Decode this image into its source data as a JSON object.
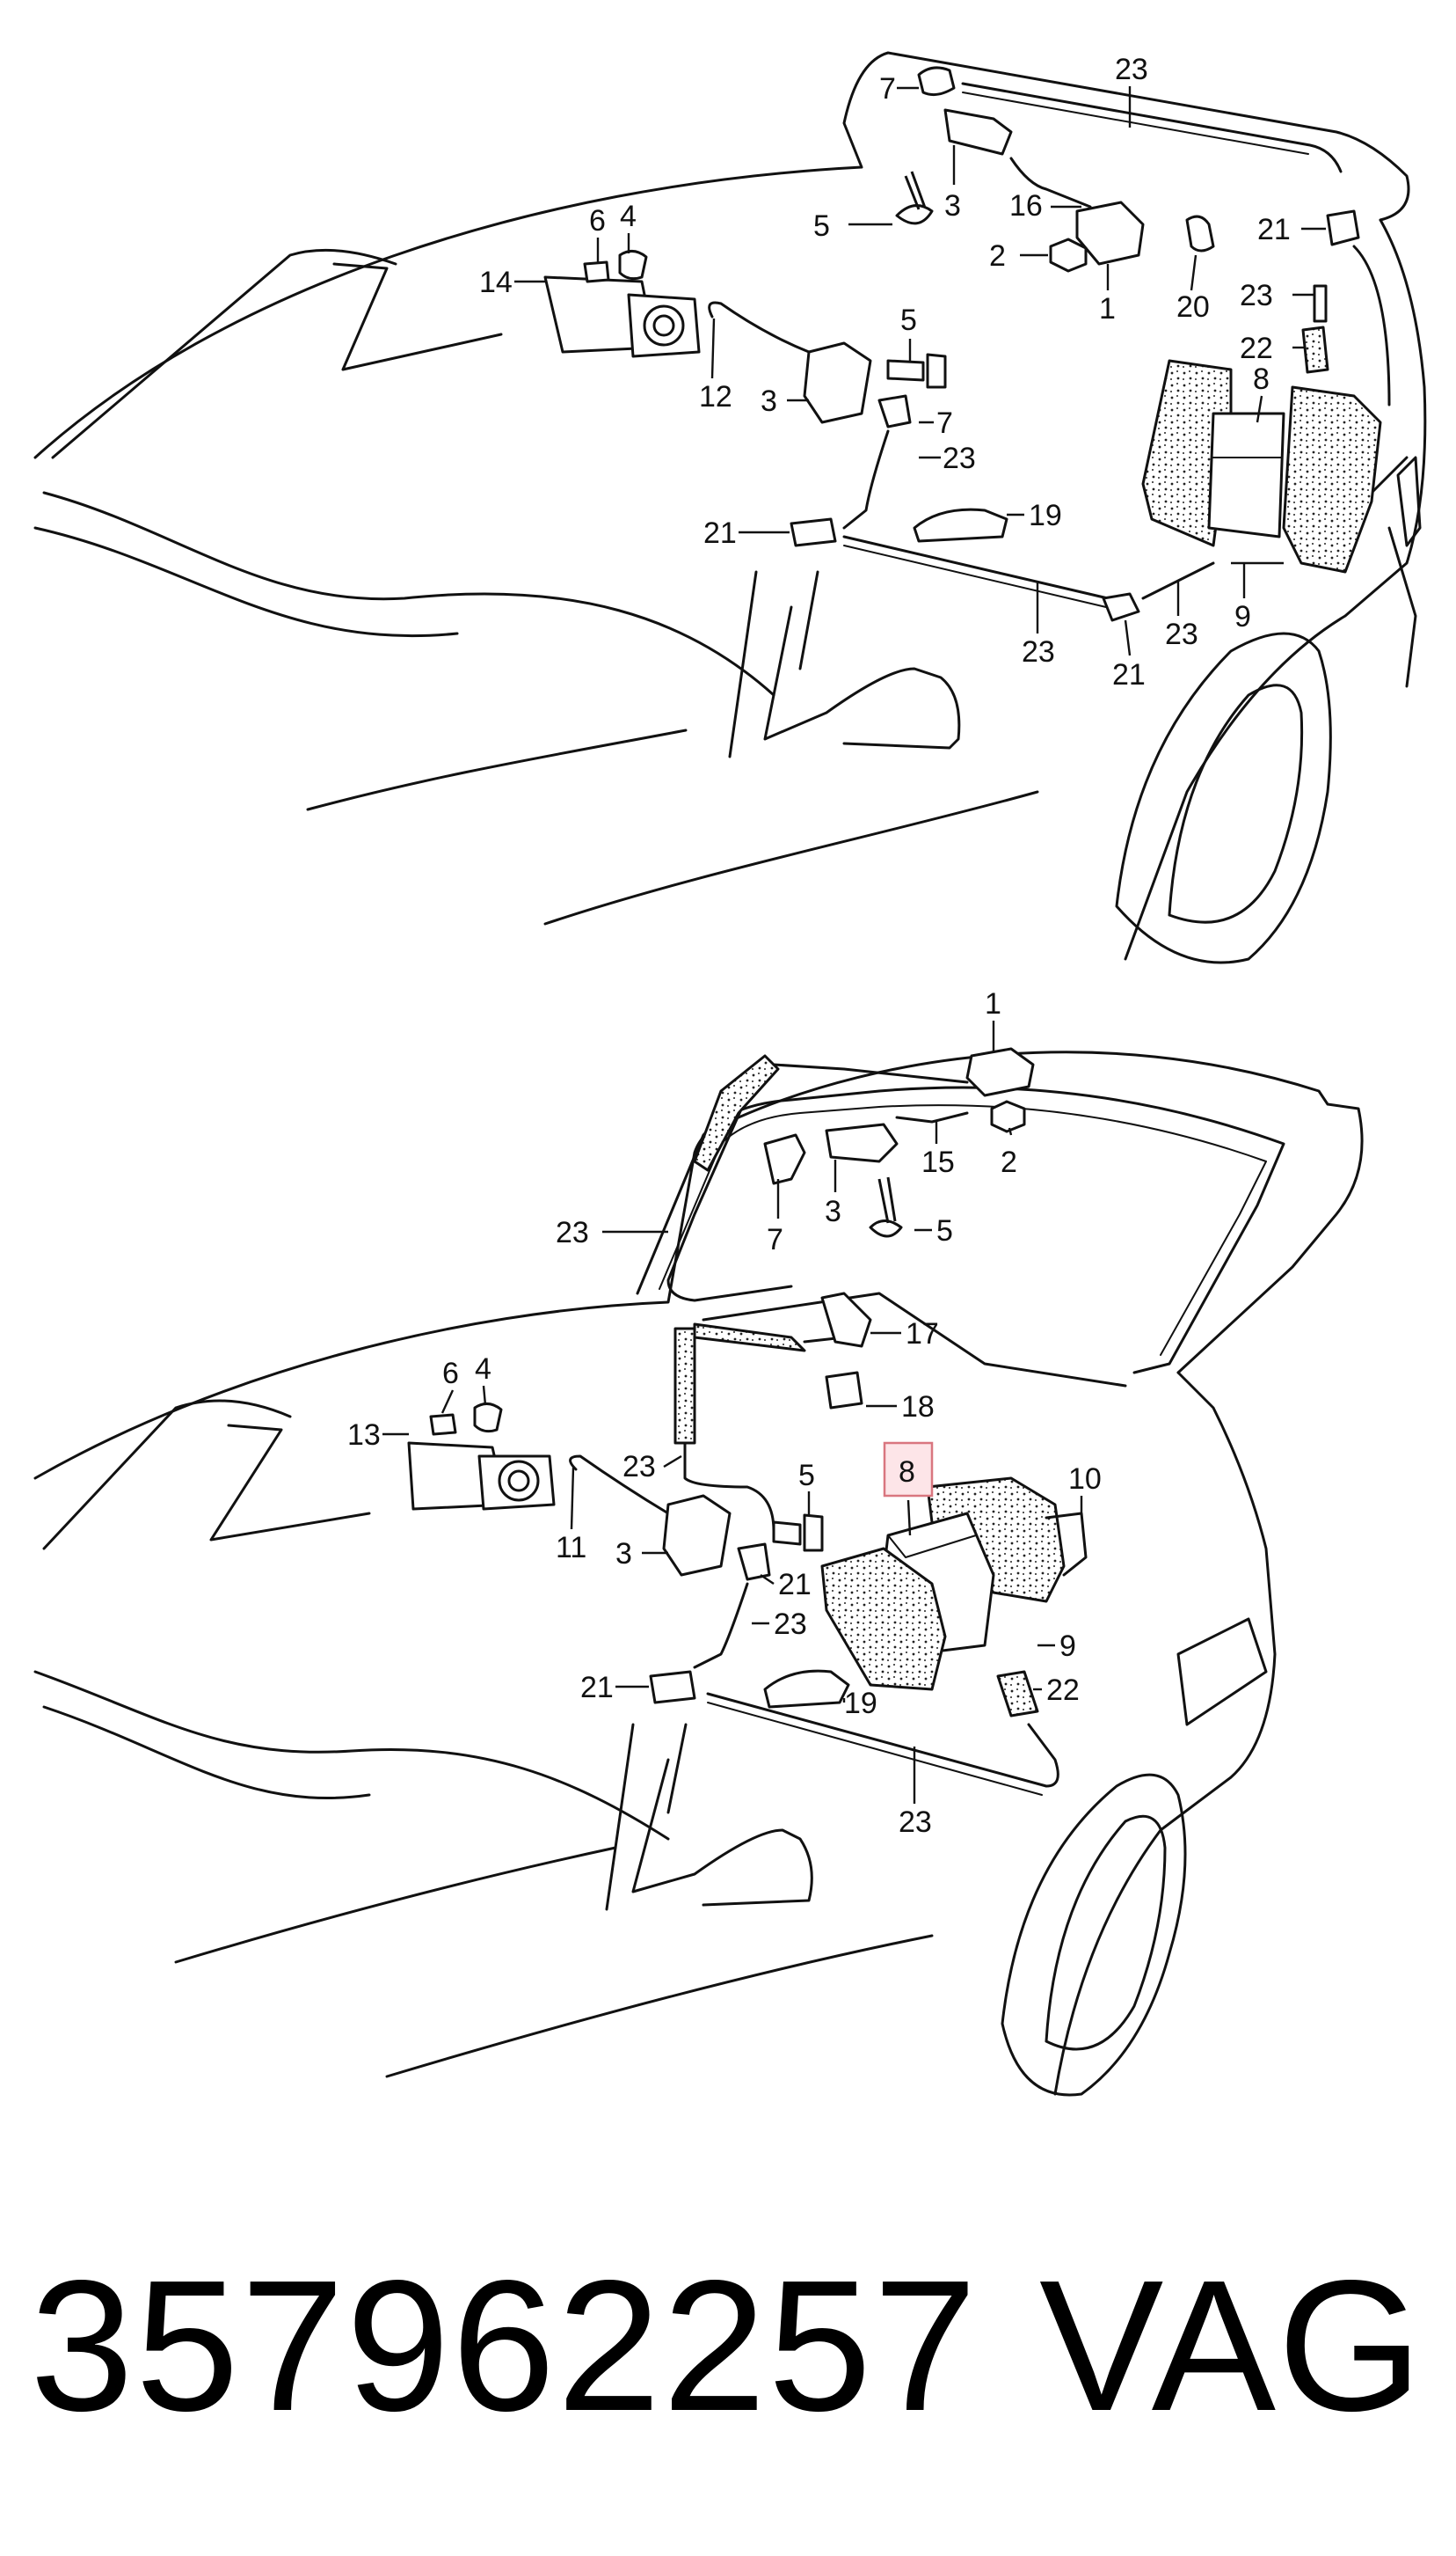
{
  "document": {
    "part_number": "357962257",
    "brand": "VAG"
  },
  "highlight": {
    "label": "8",
    "color": "#e07b86"
  },
  "top_view": {
    "callouts": [
      "23",
      "7",
      "5",
      "3",
      "16",
      "2",
      "1",
      "21",
      "20",
      "23",
      "22",
      "8",
      "9",
      "6",
      "4",
      "14",
      "12",
      "3",
      "5",
      "7",
      "23",
      "21",
      "19",
      "23",
      "23",
      "21"
    ]
  },
  "bottom_view": {
    "callouts": [
      "1",
      "15",
      "2",
      "7",
      "3",
      "5",
      "23",
      "17",
      "18",
      "6",
      "4",
      "13",
      "23",
      "5",
      "11",
      "3",
      "21",
      "23",
      "10",
      "9",
      "22",
      "21",
      "19",
      "23"
    ]
  }
}
